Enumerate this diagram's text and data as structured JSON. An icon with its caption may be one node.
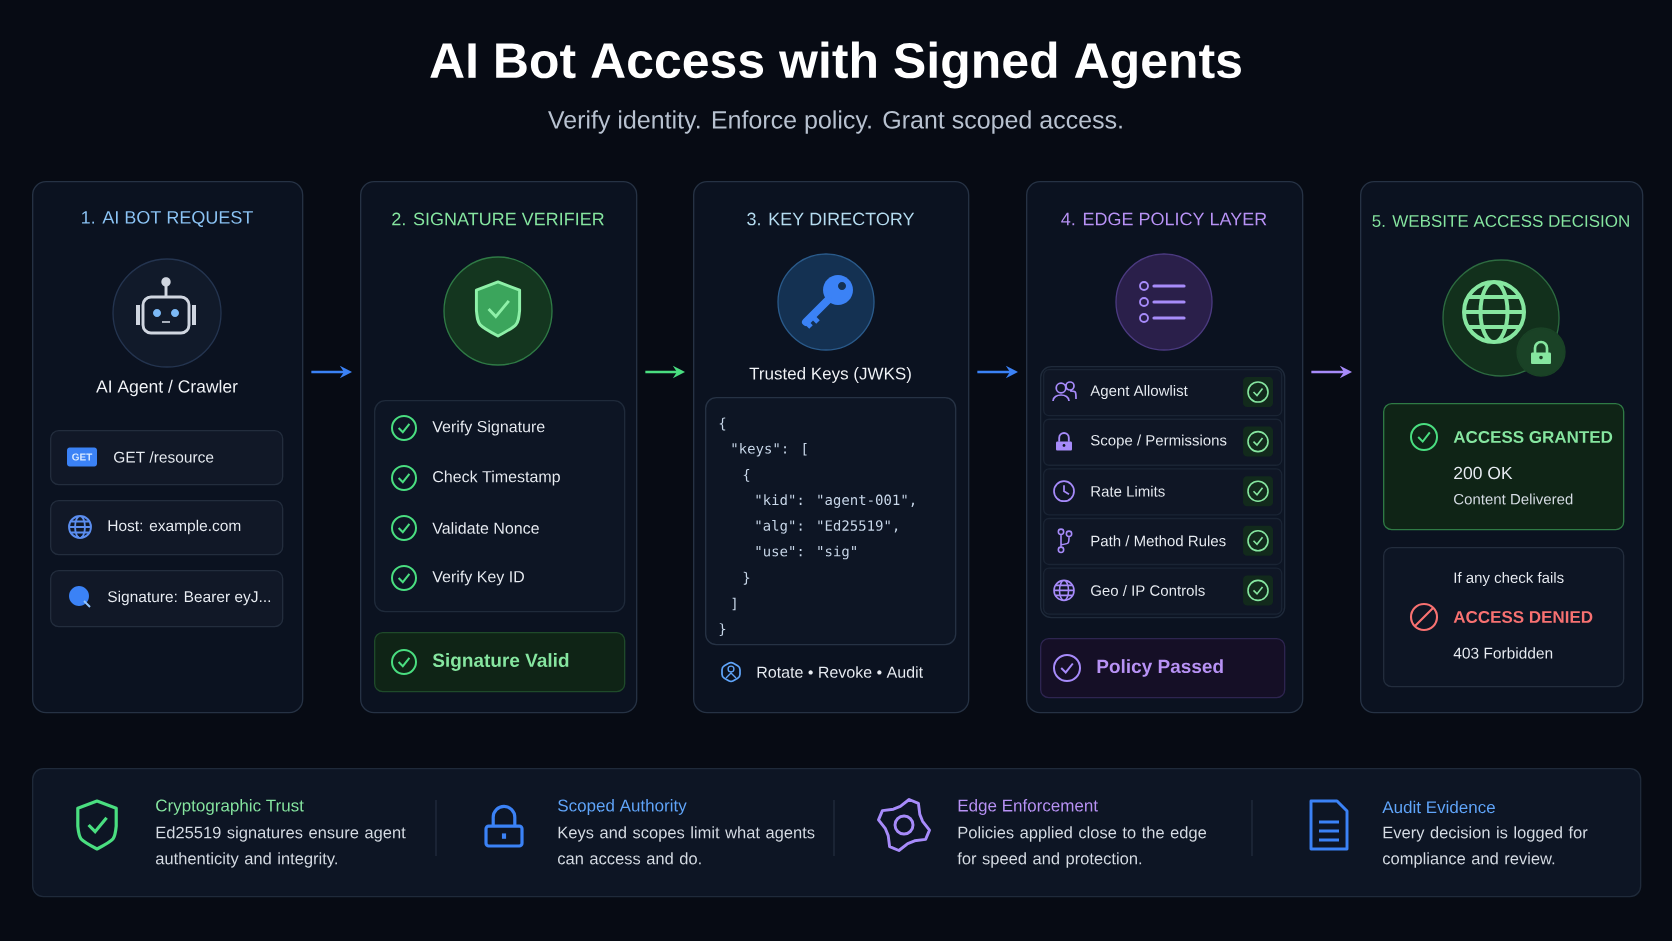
{
  "diagram": {
    "title": "AI Bot Access with Signed Agents",
    "nodes": [
      {
        "text": [
          "1. AI BOT REQUEST",
          "AI Agent / Crawler"
        ]
      },
      {
        "text": [
          "2. SIGNATURE VERIFIER"
        ]
      },
      {
        "text": [
          "3. KEY DIRECTORY",
          "Trusted Keys (JWKS)",
          "Rotate • Revoke • Audit"
        ]
      },
      {
        "text": [
          "4. EDGE POLICY LAYER"
        ]
      },
      {
        "text": [
          "5. WEBSITE ACCESS DECISION"
        ]
      },
      {
        "text": [
          "GET",
          "GET /resource"
        ],
        "in": 0
      },
      {
        "text": [
          "Host: example.com"
        ],
        "in": 0
      },
      {
        "text": [
          "Signature: Bearer eyJ..."
        ],
        "in": 0
      },
      {
        "text": [
          "Verify Signature",
          "Check Timestamp",
          "Validate Nonce",
          "Verify Key ID"
        ],
        "in": 1
      },
      {
        "text": [
          "Signature Valid"
        ],
        "in": 1
      },
      {
        "text": [
          "{",
          "\"keys\": [",
          "{",
          "\"kid\": \"agent-001\",",
          "\"alg\": \"Ed25519\",",
          "\"use\": \"sig\"",
          "}",
          "]",
          "}"
        ],
        "in": 2
      },
      {
        "text": [],
        "shape": "box",
        "in": 3
      },
      {
        "text": [
          "Agent Allowlist"
        ],
        "in": 11
      },
      {
        "text": [
          "Scope / Permissions"
        ],
        "in": 11
      },
      {
        "text": [
          "Rate Limits"
        ],
        "in": 11
      },
      {
        "text": [
          "Path / Method Rules"
        ],
        "in": 11
      },
      {
        "text": [
          "Geo / IP Controls"
        ],
        "in": 11
      },
      {
        "text": [
          "Policy Passed"
        ],
        "in": 3
      },
      {
        "text": [
          "ACCESS GRANTED",
          "200 OK",
          "Content Delivered"
        ],
        "in": 4
      },
      {
        "text": [
          "If any check fails",
          "ACCESS DENIED",
          "403 Forbidden"
        ],
        "in": 4
      },
      {
        "text": [],
        "shape": "box"
      },
      {
        "text": [
          "Cryptographic Trust",
          "Ed25519 signatures ensure agent authenticity and integrity."
        ],
        "in": 20
      },
      {
        "text": [
          "Scoped Authority",
          "Keys and scopes limit what agents can access and do."
        ],
        "in": 20
      },
      {
        "text": [
          "Edge Enforcement",
          "Policies applied close to the edge for speed and protection."
        ],
        "in": 20
      },
      {
        "text": [
          "Audit Evidence",
          "Every decision is logged for compliance and review."
        ],
        "in": 20
      }
    ],
    "edges": [
      {
        "from": 0,
        "to": 1,
        "arrow": "to",
        "color": "#3b82f6"
      },
      {
        "from": 1,
        "to": 2,
        "arrow": "to",
        "color": "#4ade80"
      },
      {
        "from": 2,
        "to": 3,
        "arrow": "to",
        "color": "#3b82f6"
      },
      {
        "from": 3,
        "to": 4,
        "arrow": "to",
        "color": "#a78bfa"
      }
    ],
    "labels": [
      "Verify identity. Enforce policy. Grant scoped access."
    ]
  }
}
